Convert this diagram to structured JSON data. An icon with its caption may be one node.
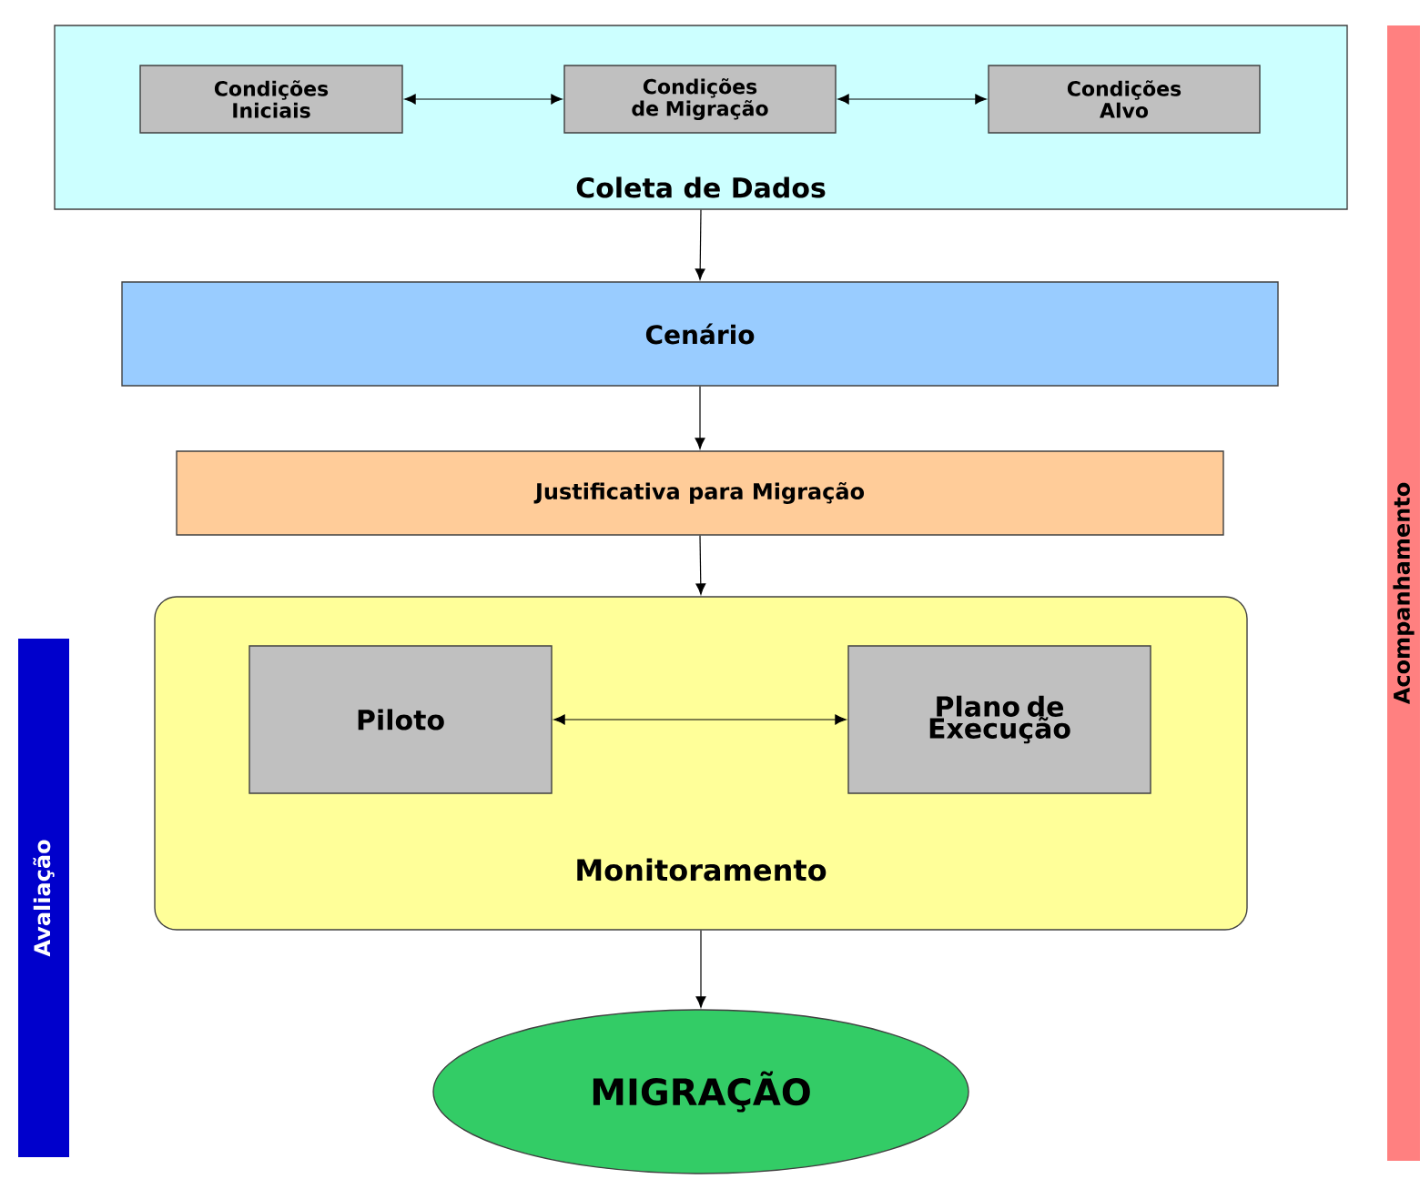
{
  "diagram": {
    "nodes": [
      {
        "text": [
          "Coleta de Dados"
        ]
      },
      {
        "text": [
          "Condições Iniciais"
        ],
        "in": 0
      },
      {
        "text": [
          "Condições de Migração"
        ],
        "in": 0
      },
      {
        "text": [
          "Condições Alvo"
        ],
        "in": 0
      },
      {
        "text": [
          "Cenário"
        ]
      },
      {
        "text": [
          "Justificativa para Migração"
        ]
      },
      {
        "text": [
          "Monitoramento"
        ]
      },
      {
        "text": [
          "Piloto"
        ],
        "in": 6
      },
      {
        "text": [
          "Plano de Execução"
        ],
        "in": 6
      },
      {
        "text": [
          "MIGRAÇÃO"
        ]
      },
      {
        "text": [
          "Avaliação"
        ]
      },
      {
        "text": [
          "Acompanhamento"
        ]
      }
    ],
    "edges": [
      {
        "from": 1,
        "to": 2,
        "arrow": "both"
      },
      {
        "from": 2,
        "to": 3,
        "arrow": "both"
      },
      {
        "from": 0,
        "to": 4,
        "arrow": "to"
      },
      {
        "from": 4,
        "to": 5,
        "arrow": "to"
      },
      {
        "from": 5,
        "to": 6,
        "arrow": "to"
      },
      {
        "from": 7,
        "to": 8,
        "arrow": "both"
      },
      {
        "from": 6,
        "to": 9,
        "arrow": "to"
      }
    ]
  }
}
